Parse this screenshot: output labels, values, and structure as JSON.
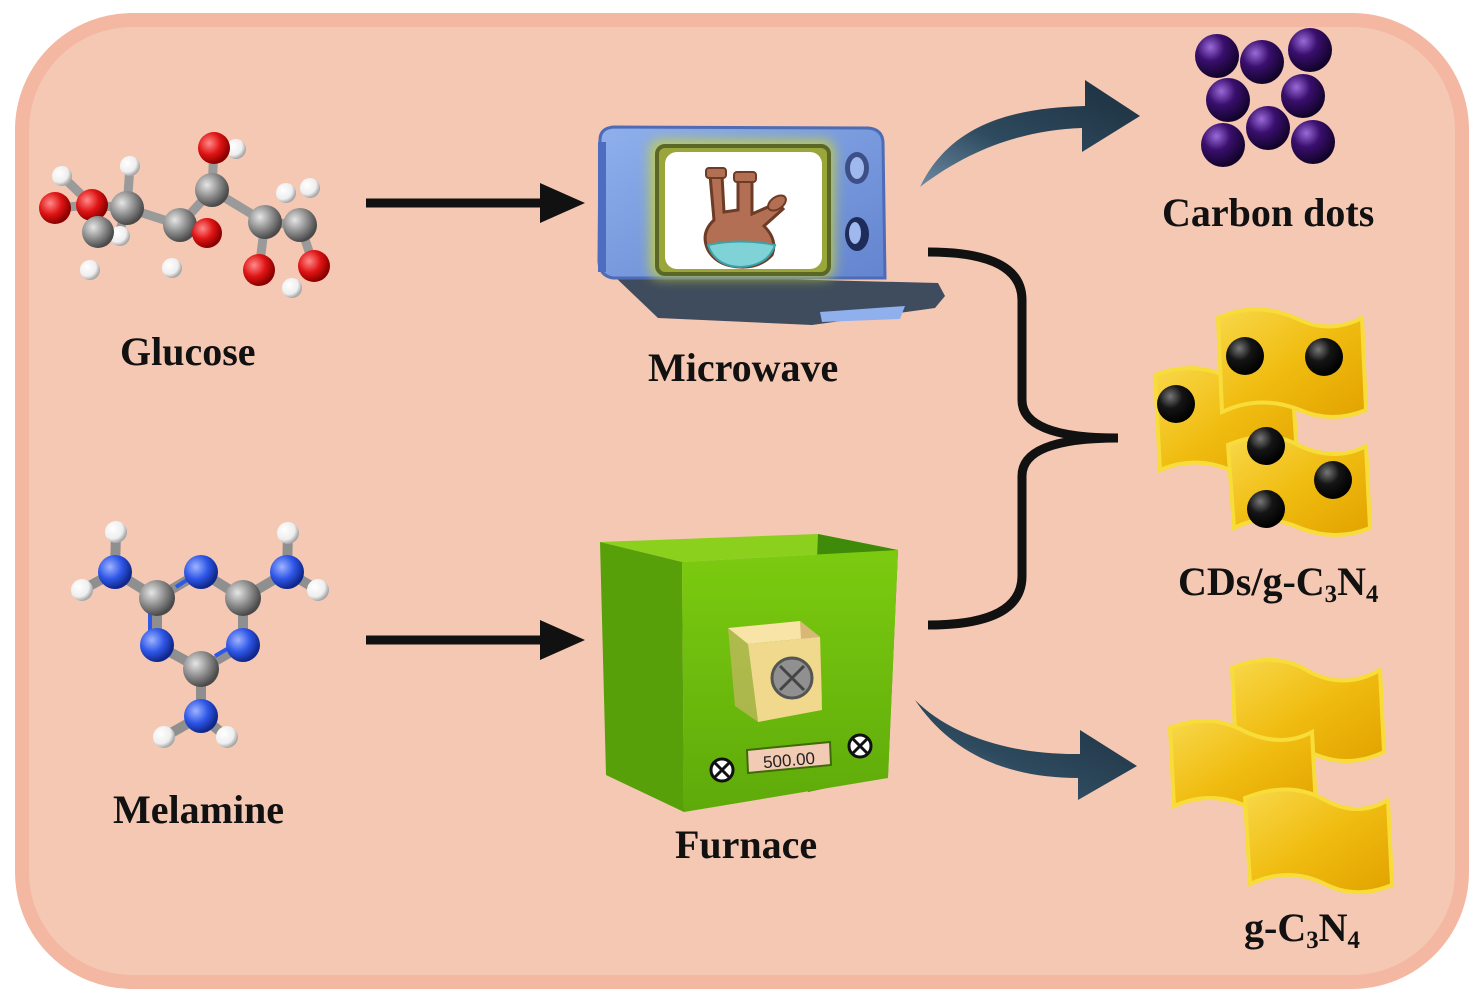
{
  "labels": {
    "glucose": "Glucose",
    "melamine": "Melamine",
    "microwave": "Microwave",
    "furnace": "Furnace",
    "carbon_dots": "Carbon dots",
    "cds_gcn": {
      "prefix": "CDs/g-C",
      "sub1": "3",
      "mid": "N",
      "sub2": "4"
    },
    "gcn": {
      "prefix": "g-C",
      "sub1": "3",
      "mid": "N",
      "sub2": "4"
    }
  },
  "furnace_display": "500.00",
  "icons": {
    "glucose": "glucose-molecule-icon",
    "melamine": "melamine-molecule-icon",
    "microwave": "microwave-oven-icon",
    "furnace": "furnace-icon",
    "flask": "round-bottom-flask-icon",
    "carbon_dots": "carbon-dots-icon",
    "composite": "cds-gcn-sheet-icon",
    "sheet": "gcn-sheet-icon"
  },
  "colors": {
    "panel_fill": "#f5c8b4",
    "panel_edge": "#f0a995",
    "arrow": "#111111",
    "curved_arrow": "#2e4a5e",
    "carbon_dot": "#3a0f6e",
    "oxygen": "#e01414",
    "carbon_atom": "#8f8f8f",
    "nitrogen": "#2f57e8",
    "hydrogen": "#f4f4f4",
    "microwave_body": "#7fa0e0",
    "furnace_body": "#6fbb10",
    "sheet_yellow": "#f2c21c"
  }
}
